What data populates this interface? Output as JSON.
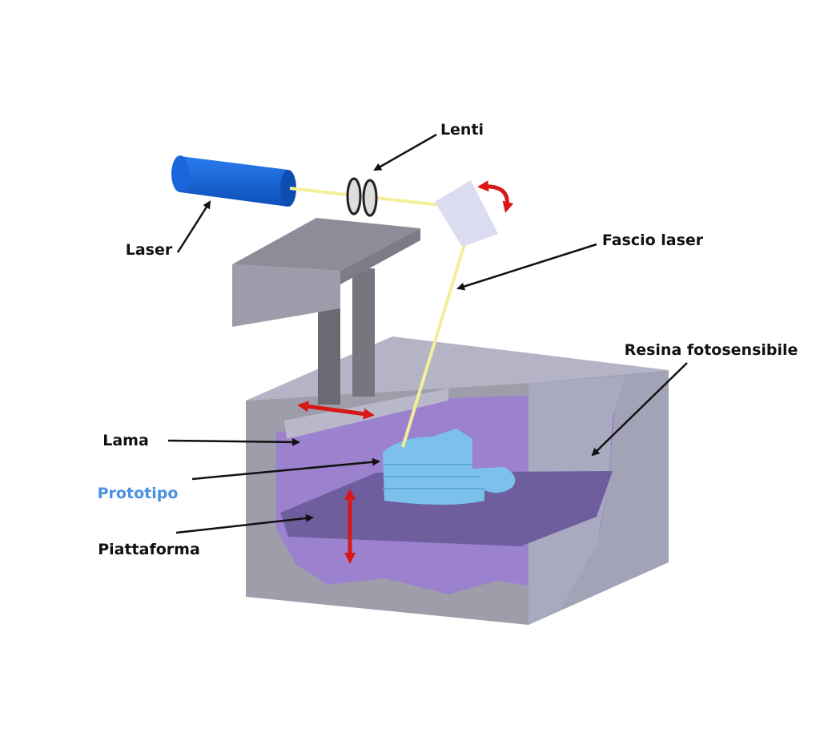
{
  "labels": {
    "lenti": "Lenti",
    "laser": "Laser",
    "fascio": "Fascio laser",
    "resina": "Resina fotosensibile",
    "lama": "Lama",
    "prototipo": "Prototipo",
    "piattaforma": "Piattaforma"
  },
  "colors": {
    "laser_body": "#1565d8",
    "beam": "#f3ee9a",
    "resin": "#9b7fd0",
    "platform": "#6f5e9e",
    "prototype": "#7cc1ec",
    "vat": "#a8a8bc",
    "arrow_red": "#d81818",
    "prototipo_text": "#4a90e2"
  }
}
